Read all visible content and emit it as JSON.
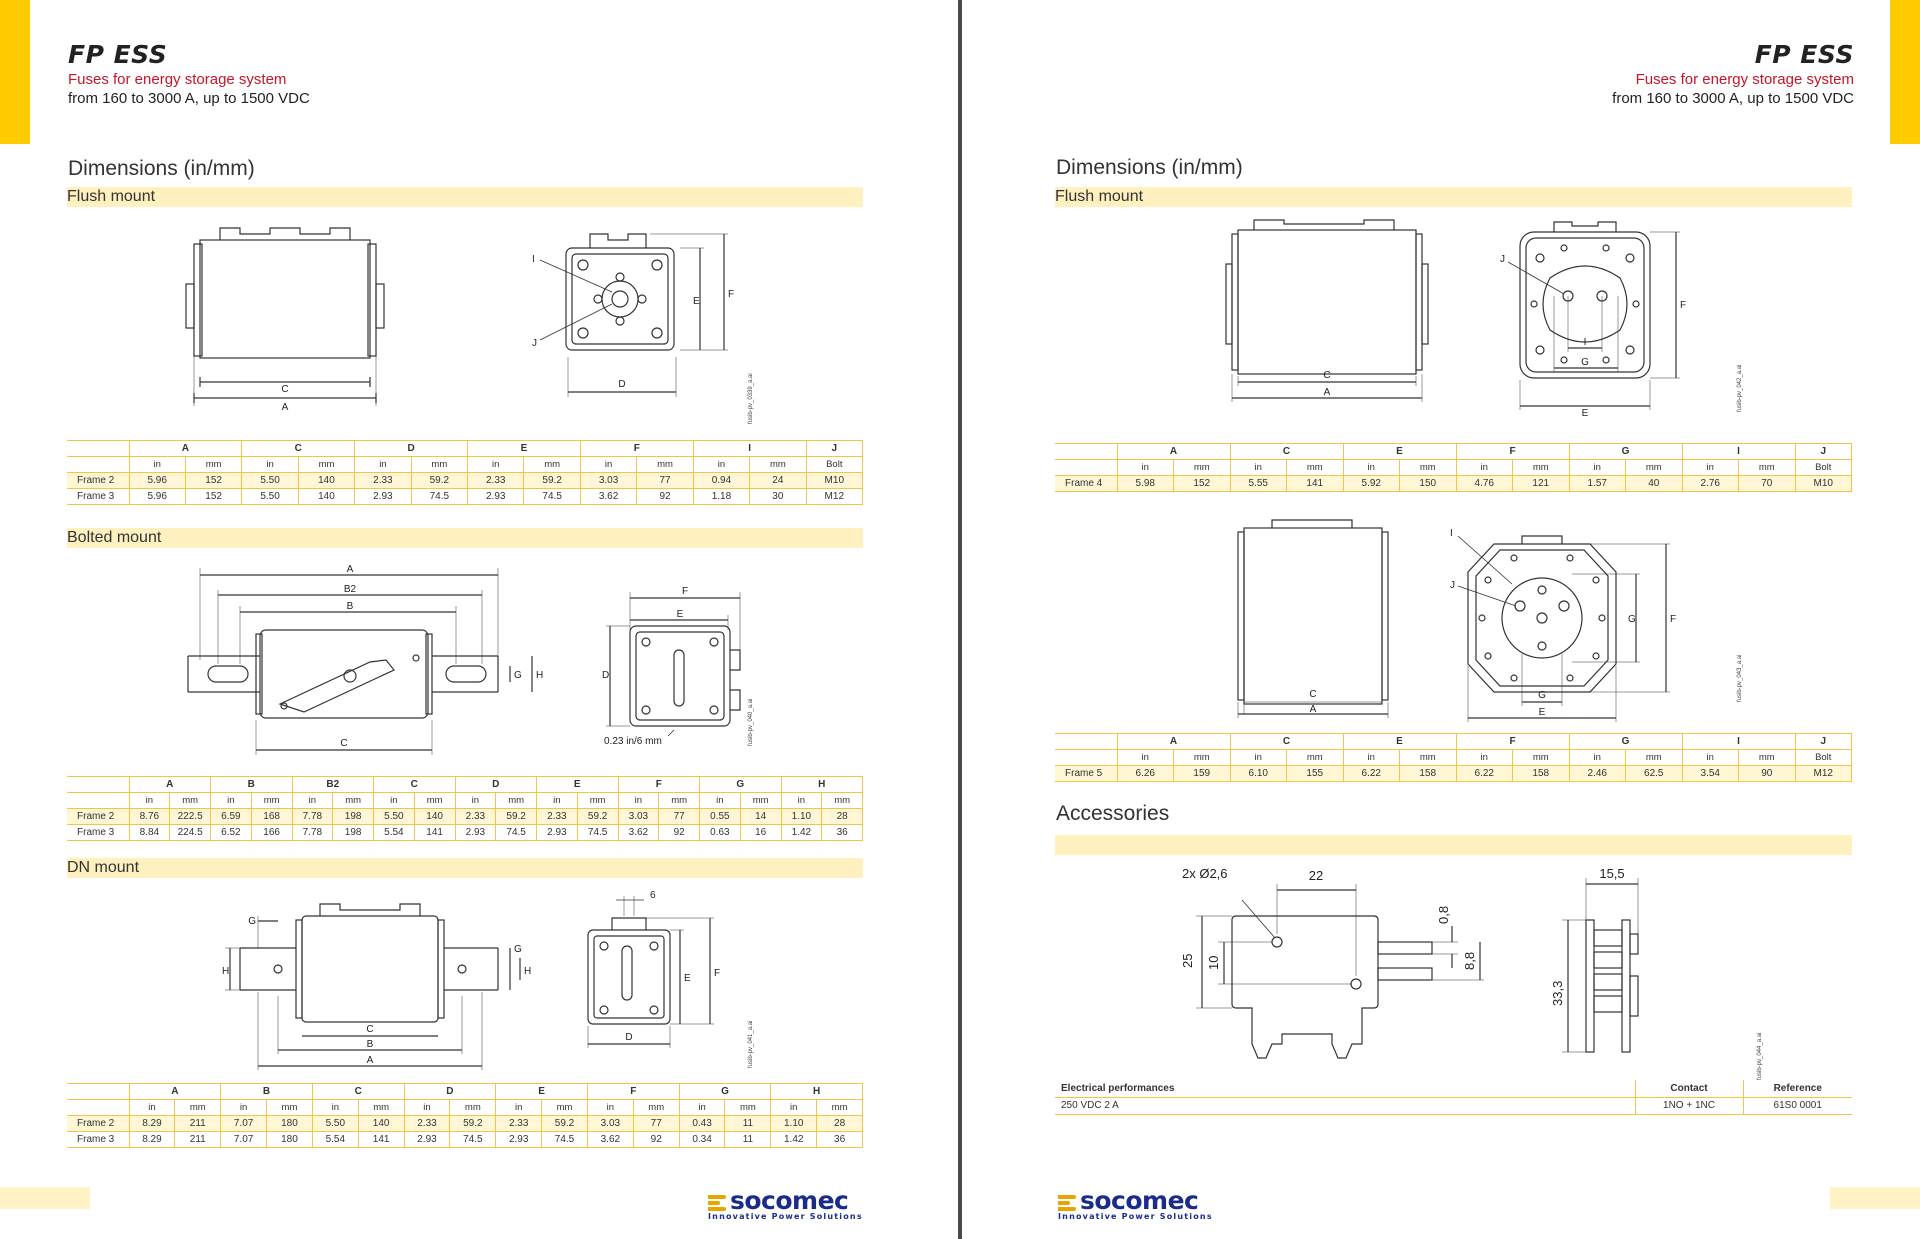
{
  "header": {
    "title": "FP ESS",
    "subtitle": "Fuses for energy storage system",
    "range": "from 160 to 3000 A, up to 1500 VDC"
  },
  "left": {
    "dims_title": "Dimensions (in/mm)",
    "flush": {
      "bar": "Flush mount",
      "cols": [
        "A",
        "C",
        "D",
        "E",
        "F",
        "I",
        "J"
      ],
      "units": [
        "in",
        "mm",
        "in",
        "mm",
        "in",
        "mm",
        "in",
        "mm",
        "in",
        "mm",
        "in",
        "mm",
        "Bolt"
      ],
      "rows": [
        {
          "label": "Frame 2",
          "v": [
            "5.96",
            "152",
            "5.50",
            "140",
            "2.33",
            "59.2",
            "2.33",
            "59.2",
            "3.03",
            "77",
            "0.94",
            "24",
            "M10"
          ]
        },
        {
          "label": "Frame 3",
          "v": [
            "5.96",
            "152",
            "5.50",
            "140",
            "2.93",
            "74.5",
            "2.93",
            "74.5",
            "3.62",
            "92",
            "1.18",
            "30",
            "M12"
          ]
        }
      ],
      "draw_labels": {
        "a": "A",
        "c": "C",
        "d": "D",
        "e": "E",
        "f": "F",
        "i": "I",
        "j": "J"
      },
      "file": "fusib-pv_0339_a.ai"
    },
    "bolted": {
      "bar": "Bolted mount",
      "cols": [
        "A",
        "B",
        "B2",
        "C",
        "D",
        "E",
        "F",
        "G",
        "H"
      ],
      "units": [
        "in",
        "mm",
        "in",
        "mm",
        "in",
        "mm",
        "in",
        "mm",
        "in",
        "mm",
        "in",
        "mm",
        "in",
        "mm",
        "in",
        "mm",
        "in",
        "mm"
      ],
      "rows": [
        {
          "label": "Frame 2",
          "v": [
            "8.76",
            "222.5",
            "6.59",
            "168",
            "7.78",
            "198",
            "5.50",
            "140",
            "2.33",
            "59.2",
            "2.33",
            "59.2",
            "3.03",
            "77",
            "0.55",
            "14",
            "1.10",
            "28"
          ]
        },
        {
          "label": "Frame 3",
          "v": [
            "8.84",
            "224.5",
            "6.52",
            "166",
            "7.78",
            "198",
            "5.54",
            "141",
            "2.93",
            "74.5",
            "2.93",
            "74.5",
            "3.62",
            "92",
            "0.63",
            "16",
            "1.42",
            "36"
          ]
        }
      ],
      "draw_labels": {
        "a": "A",
        "b2": "B2",
        "b": "B",
        "c": "C",
        "d": "D",
        "e": "E",
        "f": "F",
        "g": "G",
        "h": "H",
        "gap": "0.23 in/6 mm"
      },
      "file": "fusib-pv_040_a.ai"
    },
    "dn": {
      "bar": "DN mount",
      "cols": [
        "A",
        "B",
        "C",
        "D",
        "E",
        "F",
        "G",
        "H"
      ],
      "units": [
        "in",
        "mm",
        "in",
        "mm",
        "in",
        "mm",
        "in",
        "mm",
        "in",
        "mm",
        "in",
        "mm",
        "in",
        "mm",
        "in",
        "mm"
      ],
      "rows": [
        {
          "label": "Frame 2",
          "v": [
            "8.29",
            "211",
            "7.07",
            "180",
            "5.50",
            "140",
            "2.33",
            "59.2",
            "2.33",
            "59.2",
            "3.03",
            "77",
            "0.43",
            "11",
            "1.10",
            "28"
          ]
        },
        {
          "label": "Frame 3",
          "v": [
            "8.29",
            "211",
            "7.07",
            "180",
            "5.54",
            "141",
            "2.93",
            "74.5",
            "2.93",
            "74.5",
            "3.62",
            "92",
            "0.34",
            "11",
            "1.42",
            "36"
          ]
        }
      ],
      "draw_labels": {
        "a": "A",
        "b": "B",
        "c": "C",
        "d": "D",
        "e": "E",
        "f": "F",
        "g": "G",
        "h": "H",
        "six": "6"
      },
      "file": "fusib-pv_041_a.ai"
    }
  },
  "right": {
    "dims_title": "Dimensions (in/mm)",
    "flush_bar": "Flush mount",
    "frame4": {
      "cols": [
        "A",
        "C",
        "E",
        "F",
        "G",
        "I",
        "J"
      ],
      "units": [
        "in",
        "mm",
        "in",
        "mm",
        "in",
        "mm",
        "in",
        "mm",
        "in",
        "mm",
        "in",
        "mm",
        "Bolt"
      ],
      "rows": [
        {
          "label": "Frame 4",
          "v": [
            "5.98",
            "152",
            "5.55",
            "141",
            "5.92",
            "150",
            "4.76",
            "121",
            "1.57",
            "40",
            "2.76",
            "70",
            "M10"
          ]
        }
      ],
      "draw_labels": {
        "a": "A",
        "c": "C",
        "e": "E",
        "f": "F",
        "g": "G",
        "i": "I",
        "j": "J"
      },
      "file": "fusib-pv_042_a.ai"
    },
    "frame5": {
      "cols": [
        "A",
        "C",
        "E",
        "F",
        "G",
        "I",
        "J"
      ],
      "units": [
        "in",
        "mm",
        "in",
        "mm",
        "in",
        "mm",
        "in",
        "mm",
        "in",
        "mm",
        "in",
        "mm",
        "Bolt"
      ],
      "rows": [
        {
          "label": "Frame 5",
          "v": [
            "6.26",
            "159",
            "6.10",
            "155",
            "6.22",
            "158",
            "6.22",
            "158",
            "2.46",
            "62.5",
            "3.54",
            "90",
            "M12"
          ]
        }
      ],
      "draw_labels": {
        "a": "A",
        "c": "C",
        "e": "E",
        "f": "F",
        "g": "G",
        "i": "I",
        "j": "J"
      },
      "file": "fusib-pv_043_a.ai"
    },
    "accessories": {
      "title": "Accessories",
      "draw_labels": {
        "holes": "2x Ø2,6",
        "w22": "22",
        "h25": "25",
        "h10": "10",
        "t08": "0,8",
        "t88": "8,8",
        "w155": "15,5",
        "h333": "33,3"
      },
      "file": "fusib-pv_044_a.ai",
      "table": {
        "headers": [
          "Electrical performances",
          "Contact",
          "Reference"
        ],
        "row": [
          "250 VDC 2 A",
          "1NO + 1NC",
          "61S0 0001"
        ]
      }
    }
  },
  "logo": {
    "name": "socomec",
    "tagline": "Innovative Power Solutions"
  },
  "colors": {
    "accent": "#ffcc00",
    "band": "#fff0c0",
    "red": "#c4162a",
    "logo": "#1a2b8c"
  }
}
